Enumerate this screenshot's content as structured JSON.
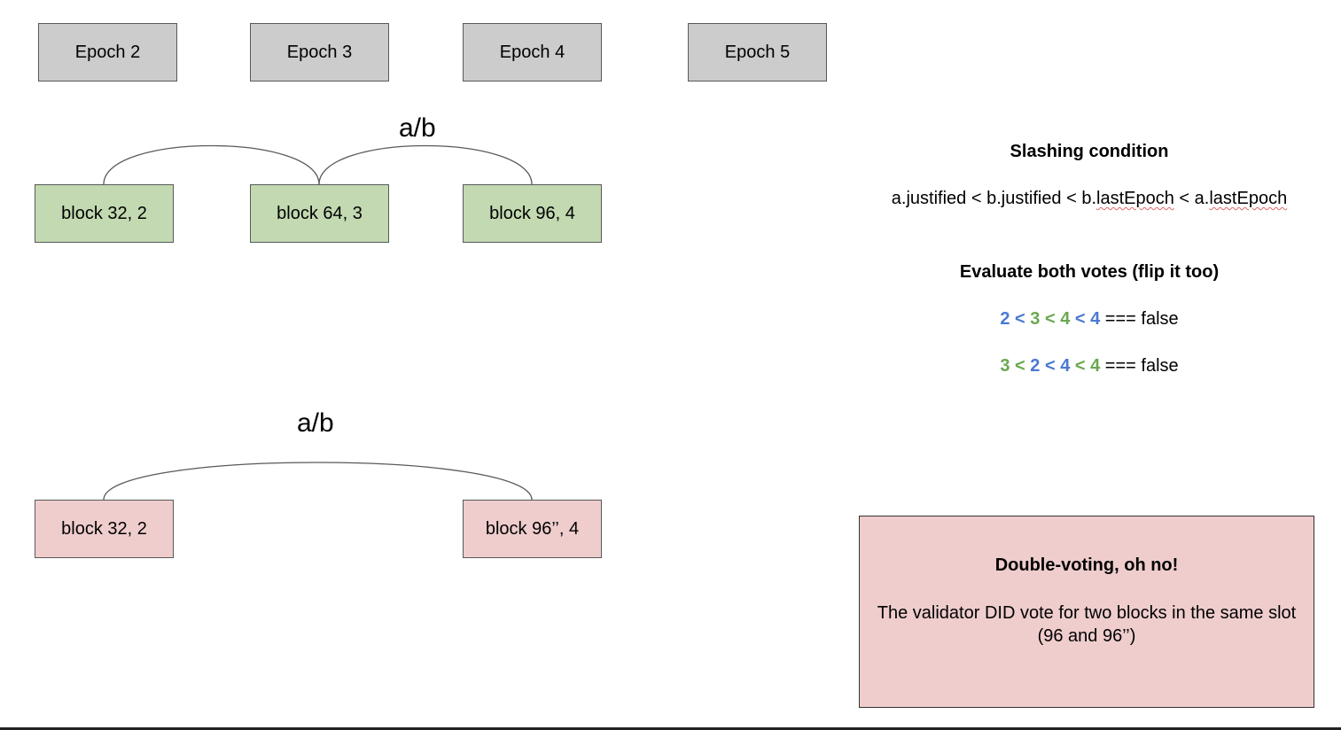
{
  "epochs": [
    "Epoch 2",
    "Epoch 3",
    "Epoch 4",
    "Epoch 5"
  ],
  "top_diagram": {
    "label": "a/b",
    "blocks": [
      "block 32, 2",
      "block 64, 3",
      "block 96, 4"
    ]
  },
  "bottom_diagram": {
    "label": "a/b",
    "blocks": [
      "block 32, 2",
      "block 96’’, 4"
    ]
  },
  "slashing": {
    "title": "Slashing condition",
    "formula_parts": [
      "a.justified < b.justified < b.",
      "lastEpoch",
      " < a.",
      "lastEpoch"
    ]
  },
  "evaluate": {
    "title": "Evaluate both votes (flip it too)",
    "line1": {
      "tokens": [
        "2",
        " < ",
        "3",
        " < ",
        "4",
        " < ",
        "4"
      ],
      "suffix": " === false"
    },
    "line2": {
      "tokens": [
        "3",
        " < ",
        "2",
        " < ",
        "4",
        " < ",
        "4"
      ],
      "suffix": " === false"
    }
  },
  "info_box": {
    "title": "Double-voting, oh no!",
    "body": "The validator DID vote for two blocks in the same slot (96 and 96’’)"
  },
  "colors": {
    "epoch_fill": "#cccccc",
    "top_block_fill": "#c2d9b1",
    "bottom_block_fill": "#efcdcd",
    "vote_a": "#4a79d0",
    "vote_b": "#6aa84f"
  }
}
